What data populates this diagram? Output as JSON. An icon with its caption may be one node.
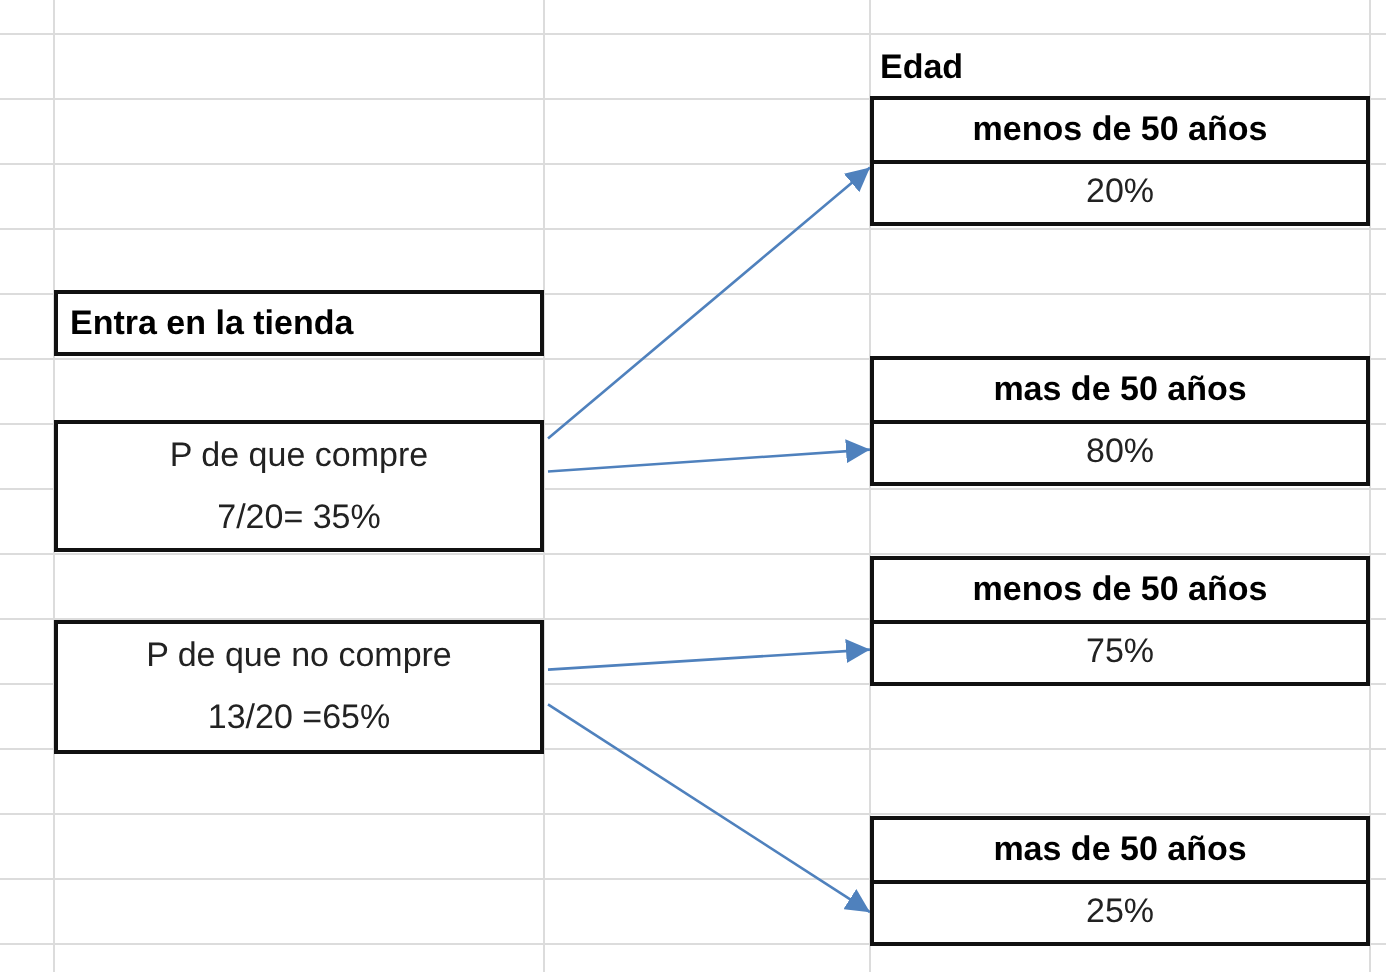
{
  "diagram": {
    "nodes": [
      {
        "text": [
          "Entra en la tienda"
        ]
      },
      {
        "text": [
          "P de que compre",
          "7/20= 35%"
        ]
      },
      {
        "text": [
          "P de que no compre",
          "13/20 =65%"
        ]
      },
      {
        "text": [
          "menos de 50 años",
          "20%"
        ]
      },
      {
        "text": [
          "mas de 50 años",
          "80%"
        ]
      },
      {
        "text": [
          "menos de 50 años",
          "75%"
        ]
      },
      {
        "text": [
          "mas de 50 años",
          "25%"
        ]
      }
    ],
    "edges": [
      {
        "from": 1,
        "to": 3,
        "arrow": "to"
      },
      {
        "from": 1,
        "to": 4,
        "arrow": "to"
      },
      {
        "from": 2,
        "to": 5,
        "arrow": "to"
      },
      {
        "from": 2,
        "to": 6,
        "arrow": "to"
      }
    ],
    "labels": [
      "Edad"
    ]
  }
}
